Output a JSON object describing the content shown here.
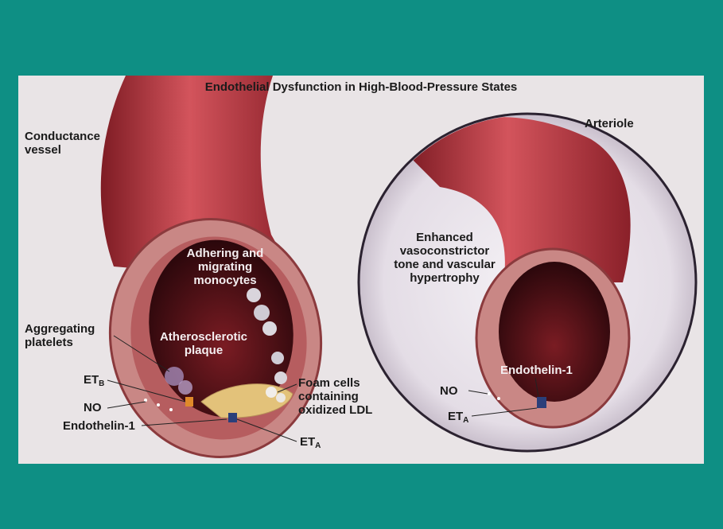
{
  "title": "Endothelial Dysfunction in High-Blood-Pressure States",
  "left_panel": {
    "vessel_label_line1": "Conductance",
    "vessel_label_line2": "vessel",
    "monocytes_line1": "Adhering and",
    "monocytes_line2": "migrating",
    "monocytes_line3": "monocytes",
    "plaque_line1": "Atherosclerotic",
    "plaque_line2": "plaque",
    "platelets_line1": "Aggregating",
    "platelets_line2": "platelets",
    "etb_main": "ET",
    "etb_sub": "B",
    "no": "NO",
    "endothelin": "Endothelin-1",
    "eta_main": "ET",
    "eta_sub": "A",
    "foam_line1": "Foam cells",
    "foam_line2": "containing",
    "foam_line3": "oxidized LDL"
  },
  "right_panel": {
    "vessel_label": "Arteriole",
    "tone_line1": "Enhanced",
    "tone_line2": "vasoconstrictor",
    "tone_line3": "tone and vascular",
    "tone_line4": "hypertrophy",
    "endothelin": "Endothelin-1",
    "no": "NO",
    "eta_main": "ET",
    "eta_sub": "A"
  },
  "colors": {
    "slide_background": "#0e8f84",
    "figure_background": "#e9e4e6",
    "vessel_red": "#b8323a",
    "lumen_dark": "#3a0d12"
  }
}
